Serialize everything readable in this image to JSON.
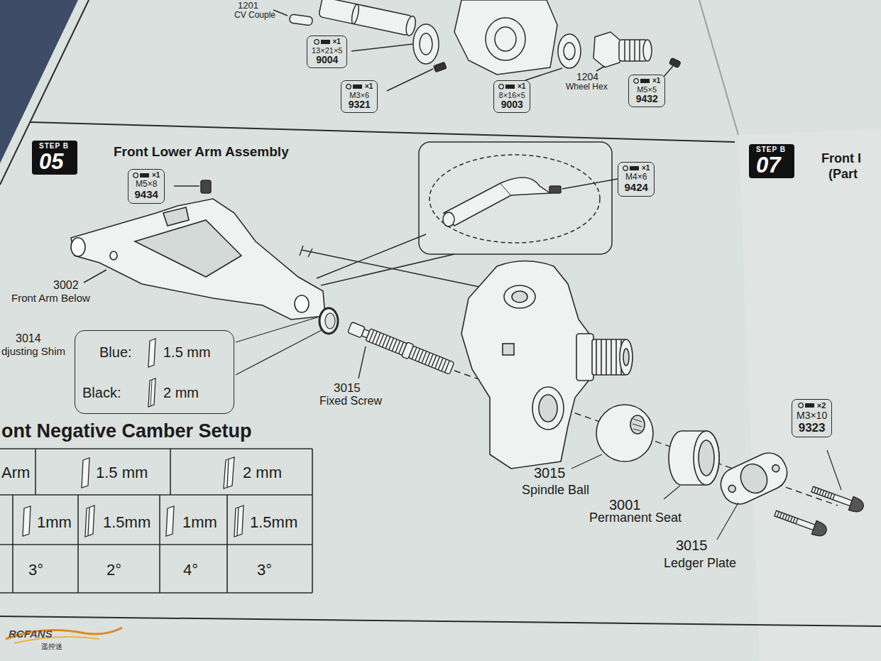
{
  "diagram": {
    "title": "Front Lower Arm Assembly",
    "nodes": [
      {
        "text": [
          "×1",
          "13×21×5",
          "9004"
        ]
      },
      {
        "text": [
          "×1",
          "M3×6",
          "9321"
        ]
      },
      {
        "text": [
          "×1",
          "8×16×5",
          "9003"
        ]
      },
      {
        "text": [
          "×1",
          "M5×5",
          "9432"
        ]
      },
      {
        "text": [
          "STEP B",
          "05"
        ]
      },
      {
        "text": [
          "×1",
          "M5×8",
          "9434"
        ]
      },
      {
        "text": [
          "×1",
          "M4×6",
          "9424"
        ]
      },
      {
        "text": [
          "Blue:",
          "1.5 mm",
          "Black:",
          "2 mm"
        ]
      },
      {
        "text": [
          "×2",
          "M3×10",
          "9323"
        ]
      },
      {
        "text": [
          "STEP B",
          "07"
        ]
      }
    ],
    "labels": [
      "1201",
      "CV Couple",
      "1204",
      "Wheel Hex",
      "3002",
      "Front Arm Below",
      "3014",
      "djusting Shim",
      "3015",
      "Fixed Screw",
      "ont Negative Camber Setup",
      "Arm",
      "1.5 mm",
      "2 mm",
      "1mm",
      "1.5mm",
      "1mm",
      "1.5mm",
      "3°",
      "2°",
      "4°",
      "3°",
      "3015",
      "Spindle Ball",
      "3001",
      "Permanent Seat",
      "3015",
      "Ledger Plate",
      "Front I",
      "(Part",
      "RCFANS",
      "遥控迷"
    ]
  }
}
